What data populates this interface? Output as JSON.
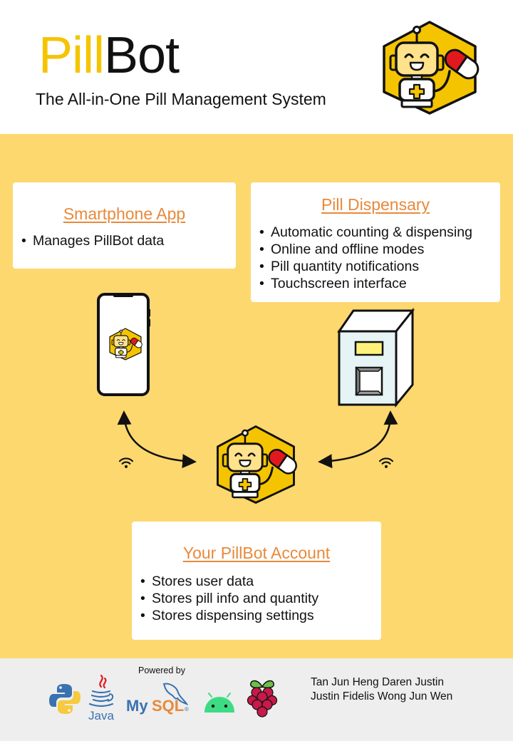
{
  "header": {
    "title_part1": "Pill",
    "title_part2": "Bot",
    "subtitle": "The All-in-One Pill Management System"
  },
  "cards": {
    "smartphone": {
      "title": "Smartphone App",
      "items": [
        "Manages PillBot data"
      ]
    },
    "dispensary": {
      "title": "Pill Dispensary",
      "items": [
        "Automatic counting & dispensing",
        "Online and offline modes",
        "Pill quantity notifications",
        "Touchscreen interface"
      ]
    },
    "account": {
      "title": "Your PillBot Account",
      "items": [
        "Stores user data",
        "Stores pill info and quantity",
        "Stores dispensing settings"
      ]
    }
  },
  "footer": {
    "powered_by": "Powered by",
    "tech": {
      "java": "Java",
      "mysql_part1": "My",
      "mysql_part2": "SQL",
      "mysql_tm": "®"
    },
    "credits": [
      "Tan Jun Heng Daren Justin",
      "Justin Fidelis Wong Jun Wen"
    ]
  },
  "icons": {
    "robot": "pillbot-robot-logo",
    "phone": "smartphone-icon",
    "dispenser": "dispenser-machine-icon",
    "wifi": "wifi-icon",
    "python": "python-logo",
    "java": "java-logo",
    "mysql": "mysql-logo",
    "android": "android-logo",
    "raspberry": "raspberry-pi-logo"
  },
  "colors": {
    "accent_yellow": "#f5c400",
    "panel_yellow": "#fdd86f",
    "card_title_orange": "#e8893b",
    "pill_red": "#e1191e",
    "footer_gray": "#eeeeee"
  }
}
